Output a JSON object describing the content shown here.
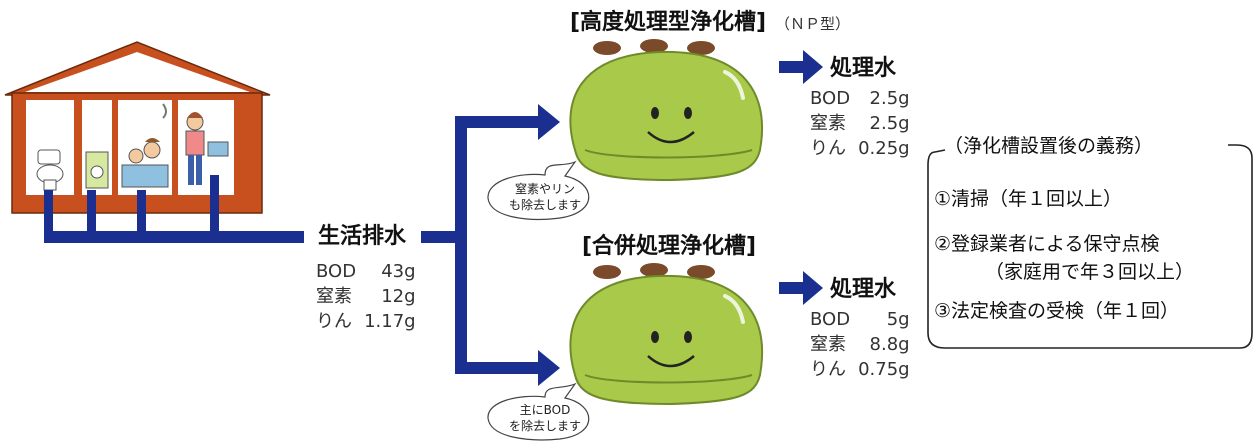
{
  "source": {
    "label": "生活排水",
    "rows": [
      {
        "name": "BOD",
        "value": "43g"
      },
      {
        "name": "窒素",
        "value": "12g"
      },
      {
        "name": "りん",
        "value": "1.17g"
      }
    ]
  },
  "tank_np": {
    "title": "[高度処理型浄化槽]",
    "subtitle": "（ＮＰ型）",
    "bubble": [
      "窒素やリン",
      "も除去します"
    ],
    "output_label": "処理水",
    "rows": [
      {
        "name": "BOD",
        "value": "2.5g"
      },
      {
        "name": "窒素",
        "value": "2.5g"
      },
      {
        "name": "りん",
        "value": "0.25g"
      }
    ]
  },
  "tank_combined": {
    "title": "[合併処理浄化槽]",
    "bubble": [
      "主にBOD",
      "を除去します"
    ],
    "output_label": "処理水",
    "rows": [
      {
        "name": "BOD",
        "value": "5g"
      },
      {
        "name": "窒素",
        "value": "8.8g"
      },
      {
        "name": "りん",
        "value": "0.75g"
      }
    ]
  },
  "duties": {
    "title": "（浄化槽設置後の義務）",
    "items": [
      "①清掃（年１回以上）",
      "②登録業者による保守点検",
      "（家庭用で年３回以上）",
      "③法定検査の受検（年１回）"
    ]
  },
  "colors": {
    "pipe": "#1a2f8f",
    "house": "#c8501e",
    "tank": "#a9c94a",
    "tank_dark": "#6f8a2a",
    "lid": "#7a4a2a"
  }
}
